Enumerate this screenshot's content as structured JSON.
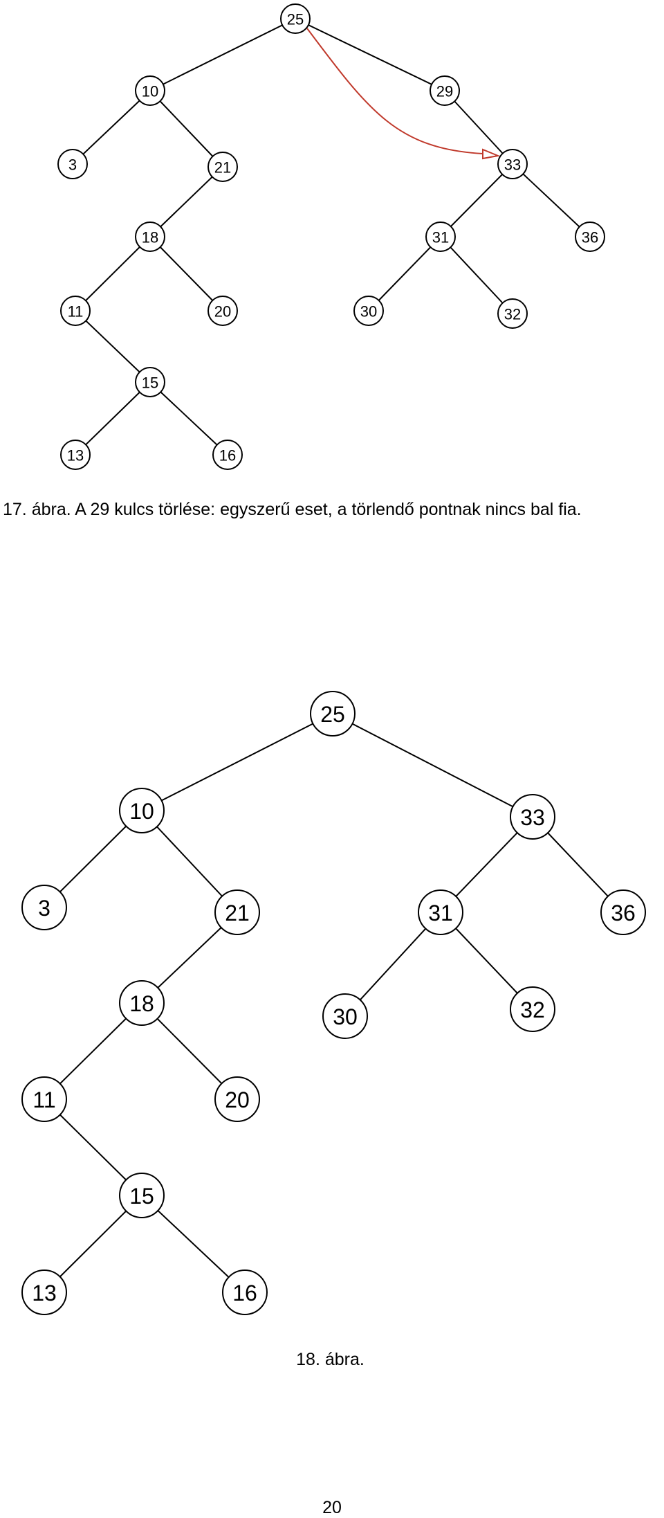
{
  "figure17": {
    "caption": "17. ábra. A 29 kulcs törlése: egyszerű eset, a törlendő pontnak nincs bal fia.",
    "nodes": [
      {
        "id": "n25",
        "label": "25"
      },
      {
        "id": "n10",
        "label": "10"
      },
      {
        "id": "n29",
        "label": "29"
      },
      {
        "id": "n3",
        "label": "3"
      },
      {
        "id": "n21",
        "label": "21"
      },
      {
        "id": "n33",
        "label": "33"
      },
      {
        "id": "n18",
        "label": "18"
      },
      {
        "id": "n31",
        "label": "31"
      },
      {
        "id": "n36",
        "label": "36"
      },
      {
        "id": "n11",
        "label": "11"
      },
      {
        "id": "n20",
        "label": "20"
      },
      {
        "id": "n30",
        "label": "30"
      },
      {
        "id": "n32",
        "label": "32"
      },
      {
        "id": "n15",
        "label": "15"
      },
      {
        "id": "n13",
        "label": "13"
      },
      {
        "id": "n16",
        "label": "16"
      }
    ],
    "edges": [
      [
        "n25",
        "n10"
      ],
      [
        "n25",
        "n29"
      ],
      [
        "n10",
        "n3"
      ],
      [
        "n10",
        "n21"
      ],
      [
        "n21",
        "n18"
      ],
      [
        "n18",
        "n11"
      ],
      [
        "n18",
        "n20"
      ],
      [
        "n11",
        "n15"
      ],
      [
        "n15",
        "n13"
      ],
      [
        "n15",
        "n16"
      ],
      [
        "n29",
        "n33"
      ],
      [
        "n33",
        "n31"
      ],
      [
        "n33",
        "n36"
      ],
      [
        "n31",
        "n30"
      ],
      [
        "n31",
        "n32"
      ]
    ],
    "arrow": {
      "from": "n25",
      "to": "n33",
      "color": "#c0392b"
    }
  },
  "figure18": {
    "caption": "18. ábra.",
    "nodes": [
      {
        "id": "m25",
        "label": "25"
      },
      {
        "id": "m10",
        "label": "10"
      },
      {
        "id": "m33",
        "label": "33"
      },
      {
        "id": "m3",
        "label": "3"
      },
      {
        "id": "m21",
        "label": "21"
      },
      {
        "id": "m31",
        "label": "31"
      },
      {
        "id": "m36",
        "label": "36"
      },
      {
        "id": "m18",
        "label": "18"
      },
      {
        "id": "m30",
        "label": "30"
      },
      {
        "id": "m32",
        "label": "32"
      },
      {
        "id": "m11",
        "label": "11"
      },
      {
        "id": "m20",
        "label": "20"
      },
      {
        "id": "m15",
        "label": "15"
      },
      {
        "id": "m13",
        "label": "13"
      },
      {
        "id": "m16",
        "label": "16"
      }
    ],
    "edges": [
      [
        "m25",
        "m10"
      ],
      [
        "m25",
        "m33"
      ],
      [
        "m10",
        "m3"
      ],
      [
        "m10",
        "m21"
      ],
      [
        "m21",
        "m18"
      ],
      [
        "m18",
        "m11"
      ],
      [
        "m18",
        "m20"
      ],
      [
        "m11",
        "m15"
      ],
      [
        "m15",
        "m13"
      ],
      [
        "m15",
        "m16"
      ],
      [
        "m33",
        "m31"
      ],
      [
        "m33",
        "m36"
      ],
      [
        "m31",
        "m30"
      ],
      [
        "m31",
        "m32"
      ]
    ]
  },
  "page_number": "20"
}
